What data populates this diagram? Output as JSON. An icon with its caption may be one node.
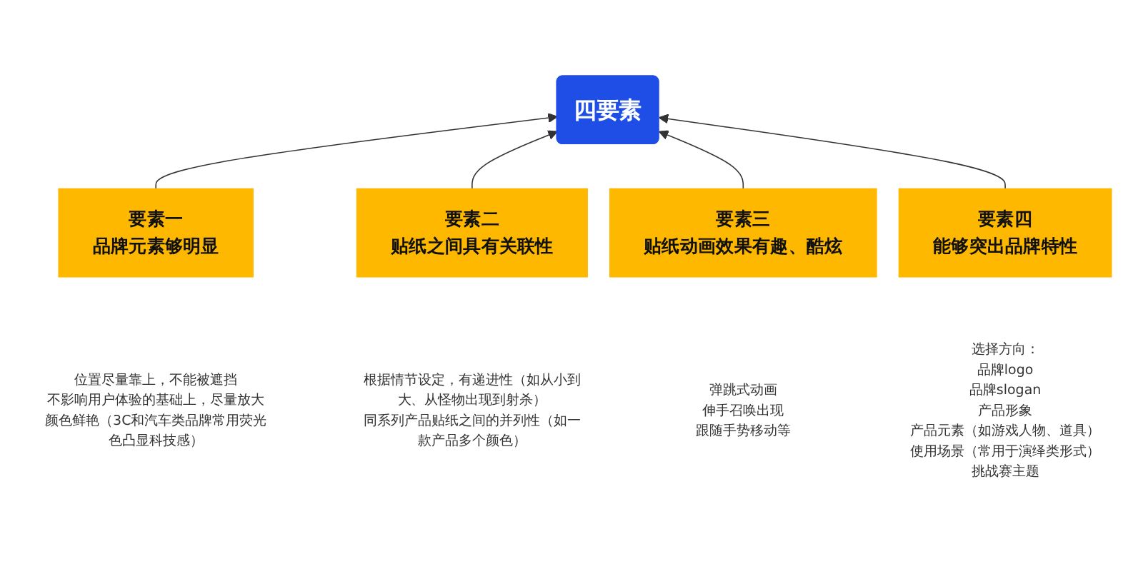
{
  "diagram": {
    "nodes": [
      {
        "text": [
          "四要素"
        ]
      },
      {
        "text": [
          "要素一",
          "品牌元素够明显"
        ],
        "beside": [
          "位置尽量靠上，不能被遮挡",
          "不影响用户体验的基础上，尽量放大",
          "颜色鲜艳（3C和汽车类品牌常用荧光色凸显科技感）"
        ]
      },
      {
        "text": [
          "要素二",
          "贴纸之间具有关联性"
        ],
        "beside": [
          "根据情节设定，有递进性（如从小到大、从怪物出现到射杀）",
          "同系列产品贴纸之间的并列性（如一款产品多个颜色）"
        ]
      },
      {
        "text": [
          "要素三",
          "贴纸动画效果有趣、酷炫"
        ],
        "beside": [
          "弹跳式动画",
          "伸手召唤出现",
          "跟随手势移动等"
        ]
      },
      {
        "text": [
          "要素四",
          "能够突出品牌特性"
        ],
        "beside": [
          "选择方向：",
          "品牌logo",
          "品牌slogan",
          "产品形象",
          "产品元素（如游戏人物、道具）",
          "使用场景（常用于演绎类形式）",
          "挑战赛主题"
        ]
      }
    ],
    "edges": [
      {
        "from": 1,
        "to": 0,
        "arrow": "to"
      },
      {
        "from": 2,
        "to": 0,
        "arrow": "to"
      },
      {
        "from": 3,
        "to": 0,
        "arrow": "to"
      },
      {
        "from": 4,
        "to": 0,
        "arrow": "to"
      }
    ]
  }
}
